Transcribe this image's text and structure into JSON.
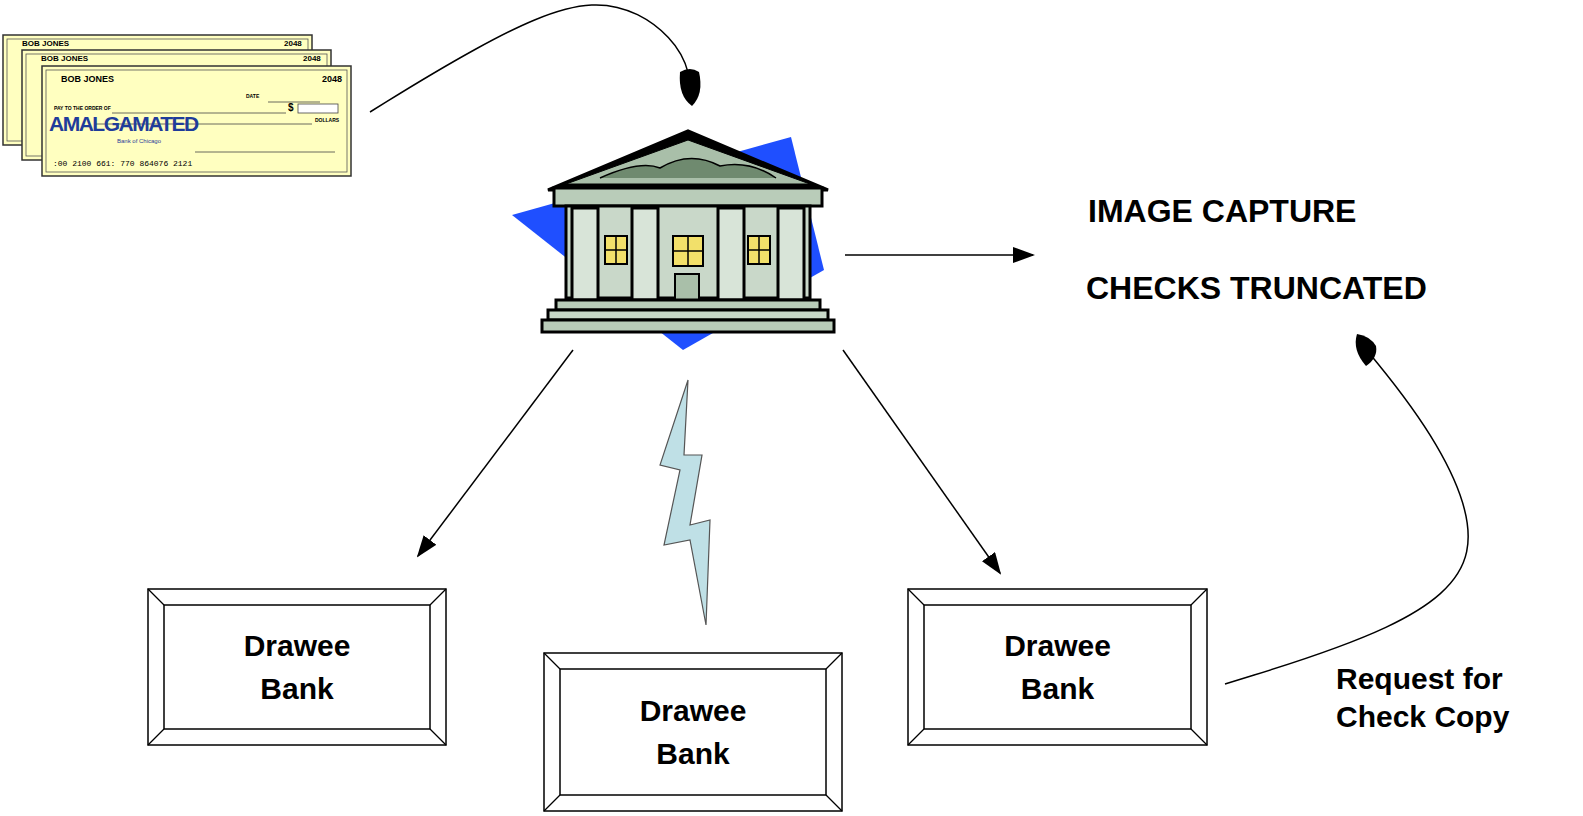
{
  "diagram": {
    "nodes": [
      {
        "text": [
          "Drawee Bank"
        ]
      },
      {
        "text": [
          "Drawee Bank"
        ]
      },
      {
        "text": [
          "Drawee Bank"
        ]
      }
    ],
    "labels": [
      "BOB JONES",
      "2048",
      "BOB JONES",
      "2048",
      "BOB JONES",
      "2048",
      "DATE",
      "PAY TO THE ORDER OF",
      "$",
      "DOLLARS",
      "AMALGAMATED",
      "Bank of Chicago",
      ":00 2100 661: 770 864076 2121",
      "IMAGE CAPTURE",
      "CHECKS TRUNCATED",
      "Request for Check Copy"
    ]
  }
}
